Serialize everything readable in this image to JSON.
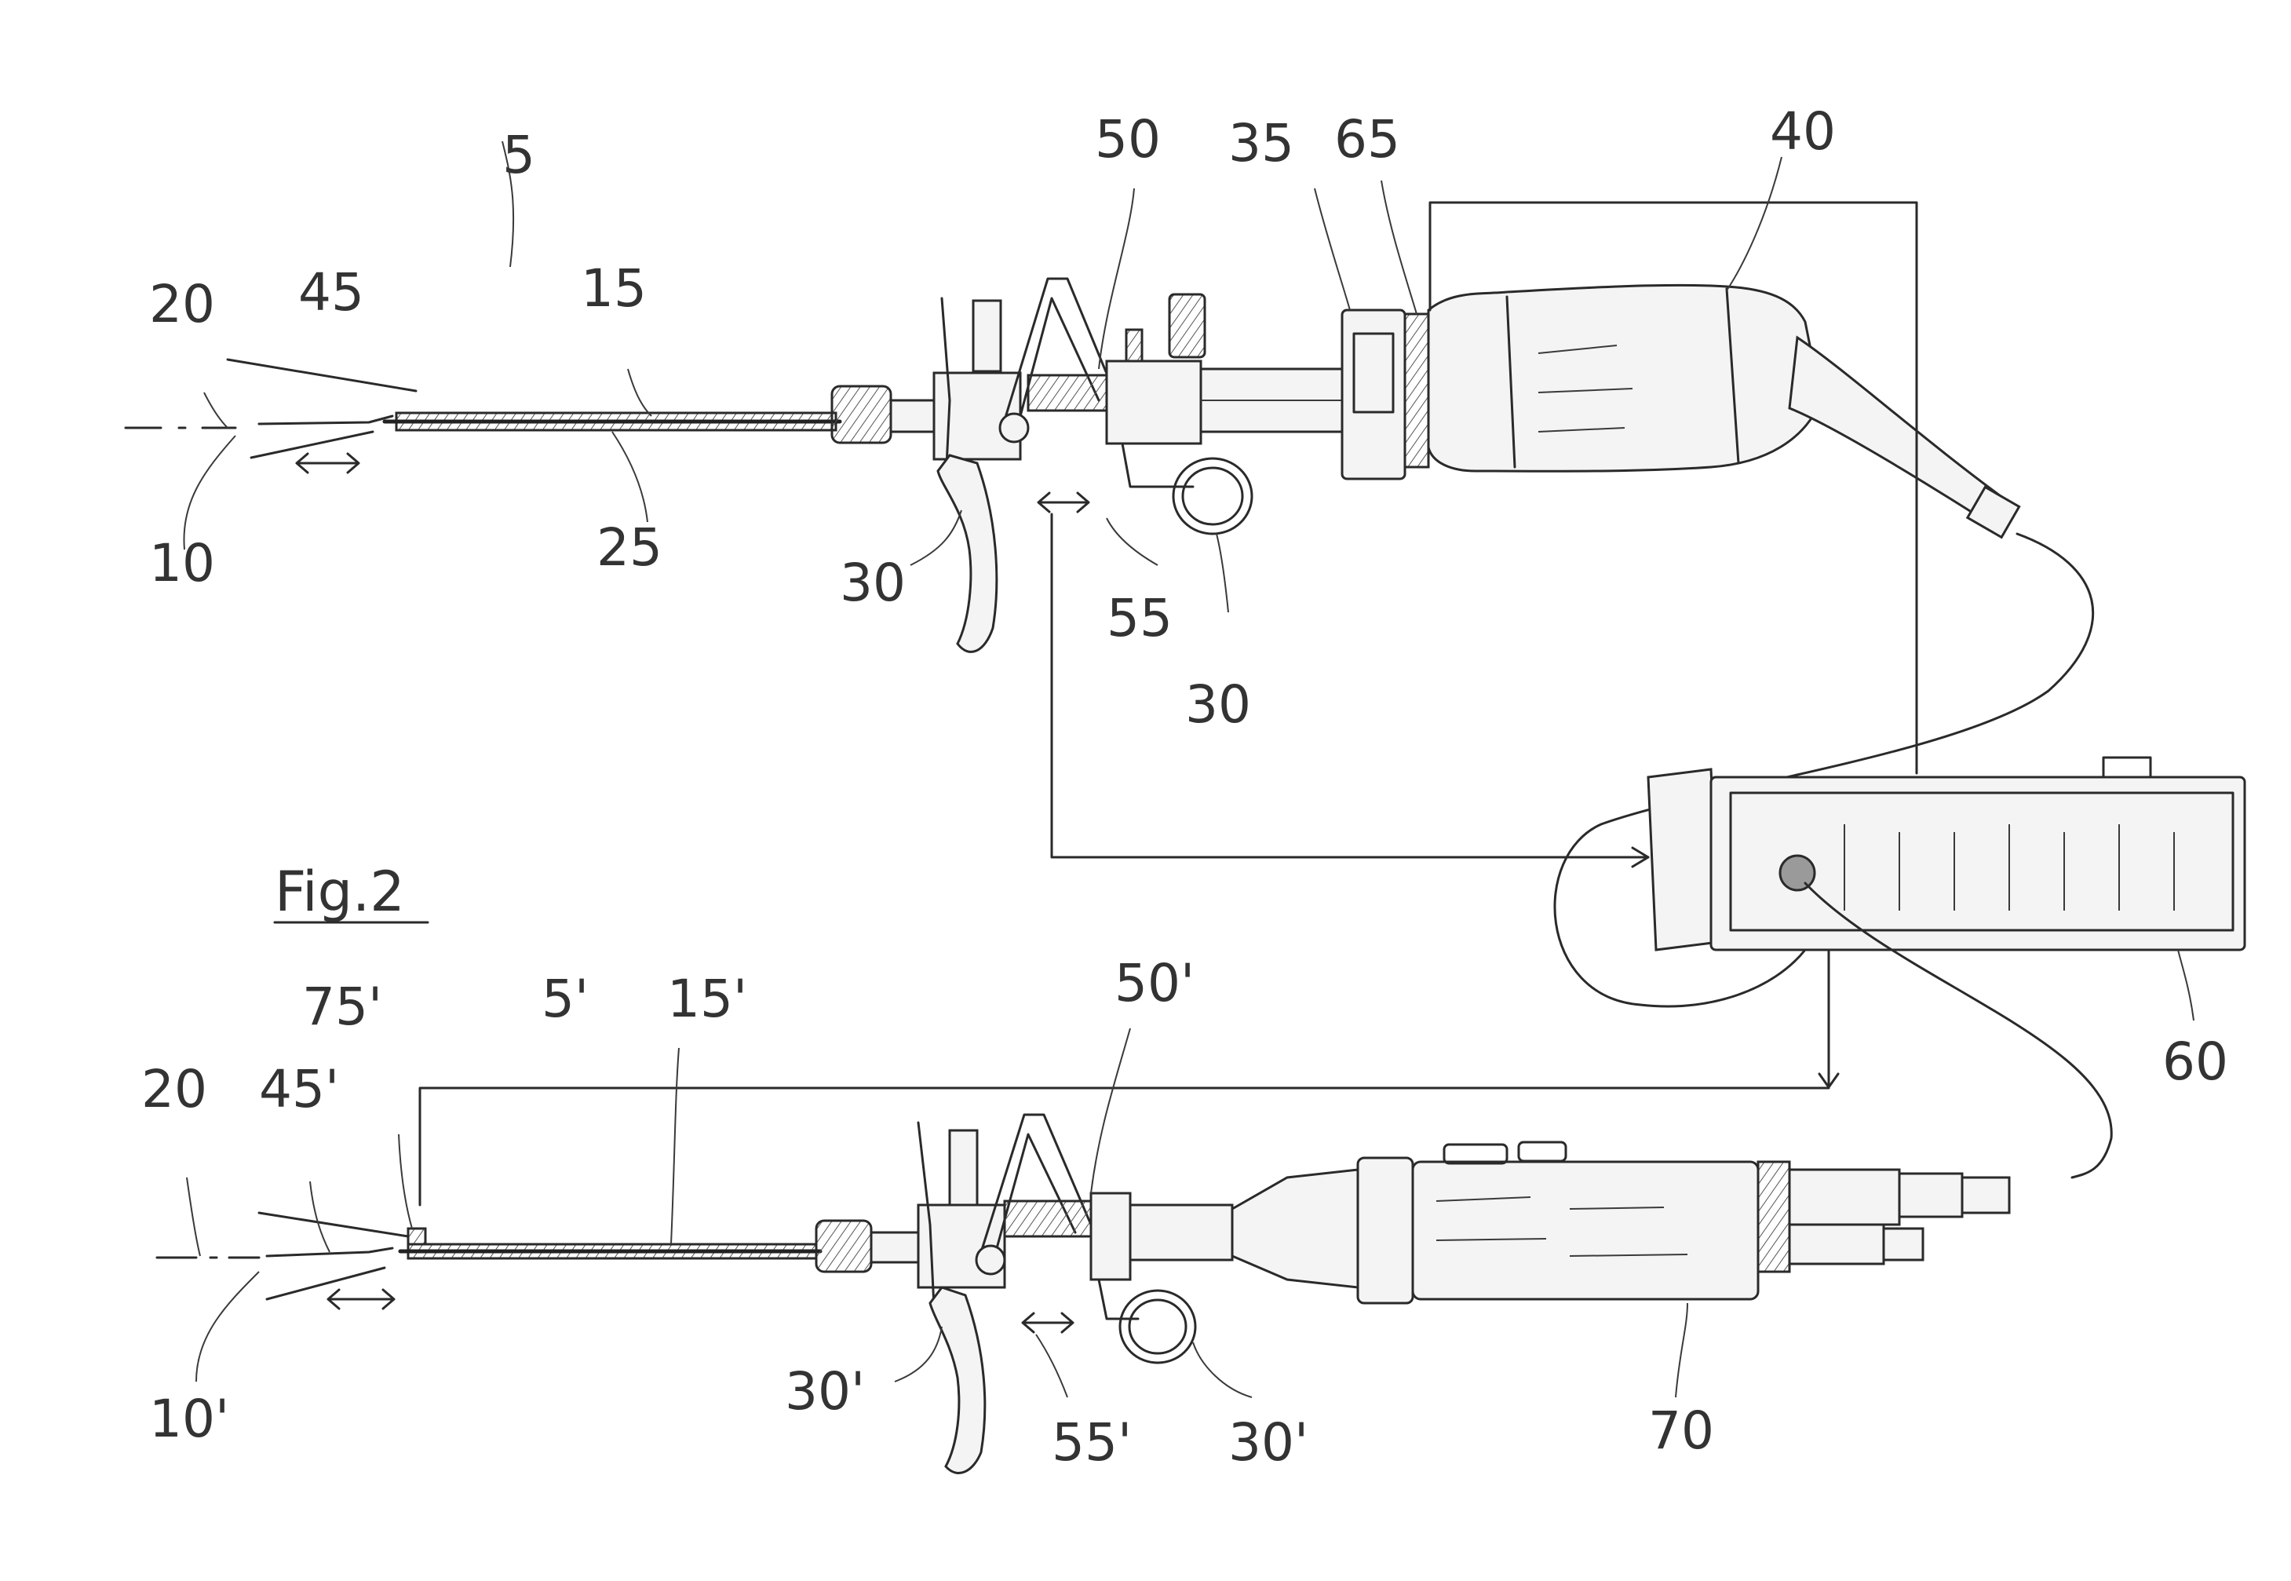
{
  "figure": {
    "caption": "Fig.2"
  },
  "labels": {
    "l5": "5",
    "l20a": "20",
    "l45": "45",
    "l15": "15",
    "l10": "10",
    "l25": "25",
    "l50": "50",
    "l35": "35",
    "l65": "65",
    "l40": "40",
    "l30a": "30",
    "l55": "55",
    "l30b": "30",
    "l60": "60",
    "l75p": "75'",
    "l5p": "5'",
    "l15p": "15'",
    "l20b": "20",
    "l45p": "45'",
    "l10p": "10'",
    "l50p": "50'",
    "l30pa": "30'",
    "l55p": "55'",
    "l30pb": "30'",
    "l70": "70"
  }
}
